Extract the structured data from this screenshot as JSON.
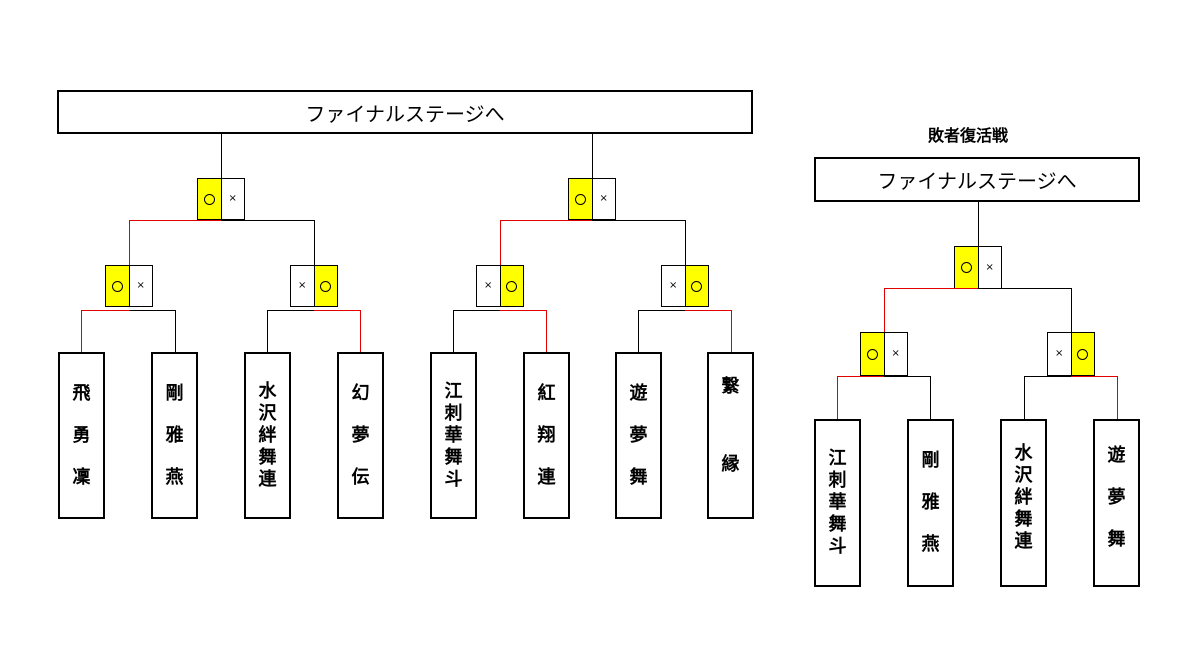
{
  "main_bracket": {
    "final_label": "ファイナルステージへ",
    "semifinal_scores": [
      {
        "left": "○",
        "right": "×",
        "winner": "left"
      },
      {
        "left": "○",
        "right": "×",
        "winner": "left"
      }
    ],
    "quarterfinal_scores": [
      {
        "left": "○",
        "right": "×",
        "winner": "left"
      },
      {
        "left": "×",
        "right": "○",
        "winner": "right"
      },
      {
        "left": "×",
        "right": "○",
        "winner": "right"
      },
      {
        "left": "×",
        "right": "○",
        "winner": "right"
      }
    ],
    "teams": [
      {
        "name": "飛勇凛",
        "chars": [
          "飛",
          "勇",
          "凜"
        ]
      },
      {
        "name": "剛雅燕",
        "chars": [
          "剛",
          "雅",
          "燕"
        ]
      },
      {
        "name": "水沢絆舞連",
        "chars": [
          "水",
          "沢",
          "絆",
          "舞",
          "連"
        ]
      },
      {
        "name": "幻夢伝",
        "chars": [
          "幻",
          "夢",
          "伝"
        ]
      },
      {
        "name": "江刺華舞斗",
        "chars": [
          "江",
          "刺",
          "華",
          "舞",
          "斗"
        ]
      },
      {
        "name": "紅翔連",
        "chars": [
          "紅",
          "翔",
          "連"
        ]
      },
      {
        "name": "遊夢舞",
        "chars": [
          "遊",
          "夢",
          "舞"
        ]
      },
      {
        "name": "繋縁",
        "chars": [
          "繋",
          "縁"
        ]
      }
    ]
  },
  "repechage": {
    "title": "敗者復活戦",
    "final_label": "ファイナルステージへ",
    "final_score": {
      "left": "○",
      "right": "×",
      "winner": "left"
    },
    "semifinal_scores": [
      {
        "left": "○",
        "right": "×",
        "winner": "left"
      },
      {
        "left": "×",
        "right": "○",
        "winner": "right"
      }
    ],
    "teams": [
      {
        "name": "江刺華舞斗",
        "chars": [
          "江",
          "刺",
          "華",
          "舞",
          "斗"
        ]
      },
      {
        "name": "剛雅燕",
        "chars": [
          "剛",
          "雅",
          "燕"
        ]
      },
      {
        "name": "水沢絆舞連",
        "chars": [
          "水",
          "沢",
          "絆",
          "舞",
          "連"
        ]
      },
      {
        "name": "遊夢舞",
        "chars": [
          "遊",
          "夢",
          "舞"
        ]
      }
    ]
  },
  "colors": {
    "win_line": "#e00000",
    "normal_line": "#000000",
    "win_cell": "#ffff00"
  }
}
